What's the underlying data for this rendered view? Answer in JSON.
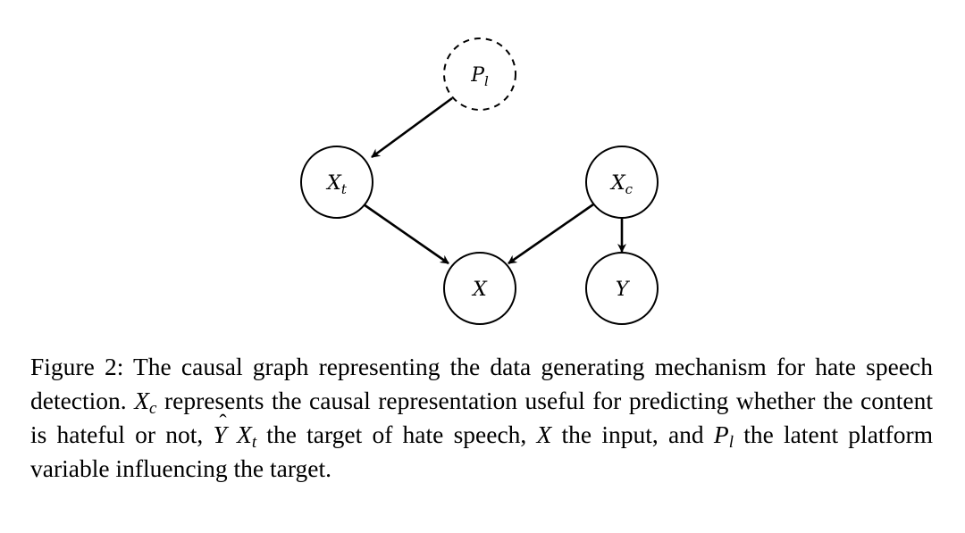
{
  "diagram": {
    "nodes": {
      "pl": {
        "base": "P",
        "sub": "l",
        "style": "dashed"
      },
      "xt": {
        "base": "X",
        "sub": "t",
        "style": "solid"
      },
      "xc": {
        "base": "X",
        "sub": "c",
        "style": "solid"
      },
      "x": {
        "base": "X",
        "sub": "",
        "style": "solid"
      },
      "y": {
        "base": "Y",
        "sub": "",
        "style": "solid"
      }
    },
    "edges": [
      {
        "from": "pl",
        "to": "xt"
      },
      {
        "from": "xt",
        "to": "x"
      },
      {
        "from": "xc",
        "to": "x"
      },
      {
        "from": "xc",
        "to": "y"
      }
    ]
  },
  "caption": {
    "p1": "Figure 2: The causal graph representing the data generating mechanism for hate speech detection.  ",
    "xc_base": "X",
    "xc_sub": "c",
    "p2": " represents the causal representation useful for predicting whether the content is hateful or not, ",
    "yhat": "Y",
    "p3": " ",
    "xt_base": "X",
    "xt_sub": "t",
    "p4": " the target of hate speech, ",
    "x": "X",
    "p5": " the input, and ",
    "pl_base": "P",
    "pl_sub": "l",
    "p6": " the latent platform variable influencing the target."
  }
}
